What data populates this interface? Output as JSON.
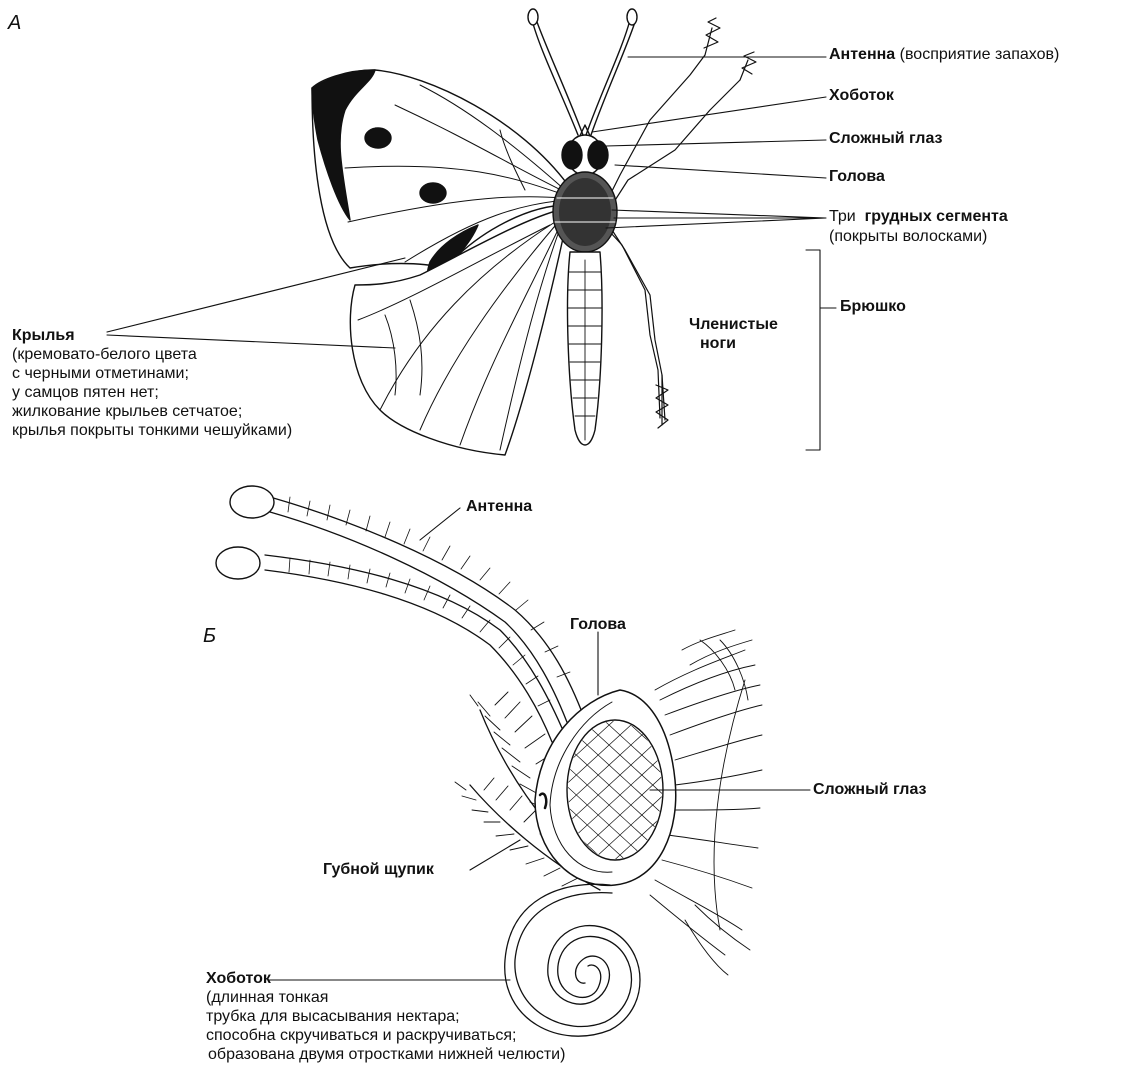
{
  "panel_a": {
    "letter": "А",
    "antenna": {
      "name": "Антенна",
      "note": "(восприятие запахов)"
    },
    "proboscis": "Хоботок",
    "compound_eye": "Сложный глаз",
    "head": "Голова",
    "thorax": {
      "prefix": "Три",
      "name": "грудных сегмента",
      "note": "(покрыты волосками)"
    },
    "abdomen": "Брюшко",
    "legs": [
      "Членистые",
      "ноги"
    ],
    "wings": {
      "name": "Крылья",
      "notes": [
        "(кремовато-белого цвета",
        "с черными отметинами;",
        "у самцов пятен нет;",
        "жилкование крыльев сетчатое;",
        "крылья покрыты тонкими чешуйками)"
      ]
    }
  },
  "panel_b": {
    "letter": "Б",
    "antenna": "Антенна",
    "head": "Голова",
    "compound_eye": "Сложный глаз",
    "labial_palp": "Губной щупик",
    "proboscis": {
      "name": "Хоботок",
      "notes": [
        "(длинная тонкая",
        "трубка для высасывания нектара;",
        "способна  скручиваться и раскручиваться;",
        "образована двумя отростками нижней челюсти)"
      ]
    }
  }
}
